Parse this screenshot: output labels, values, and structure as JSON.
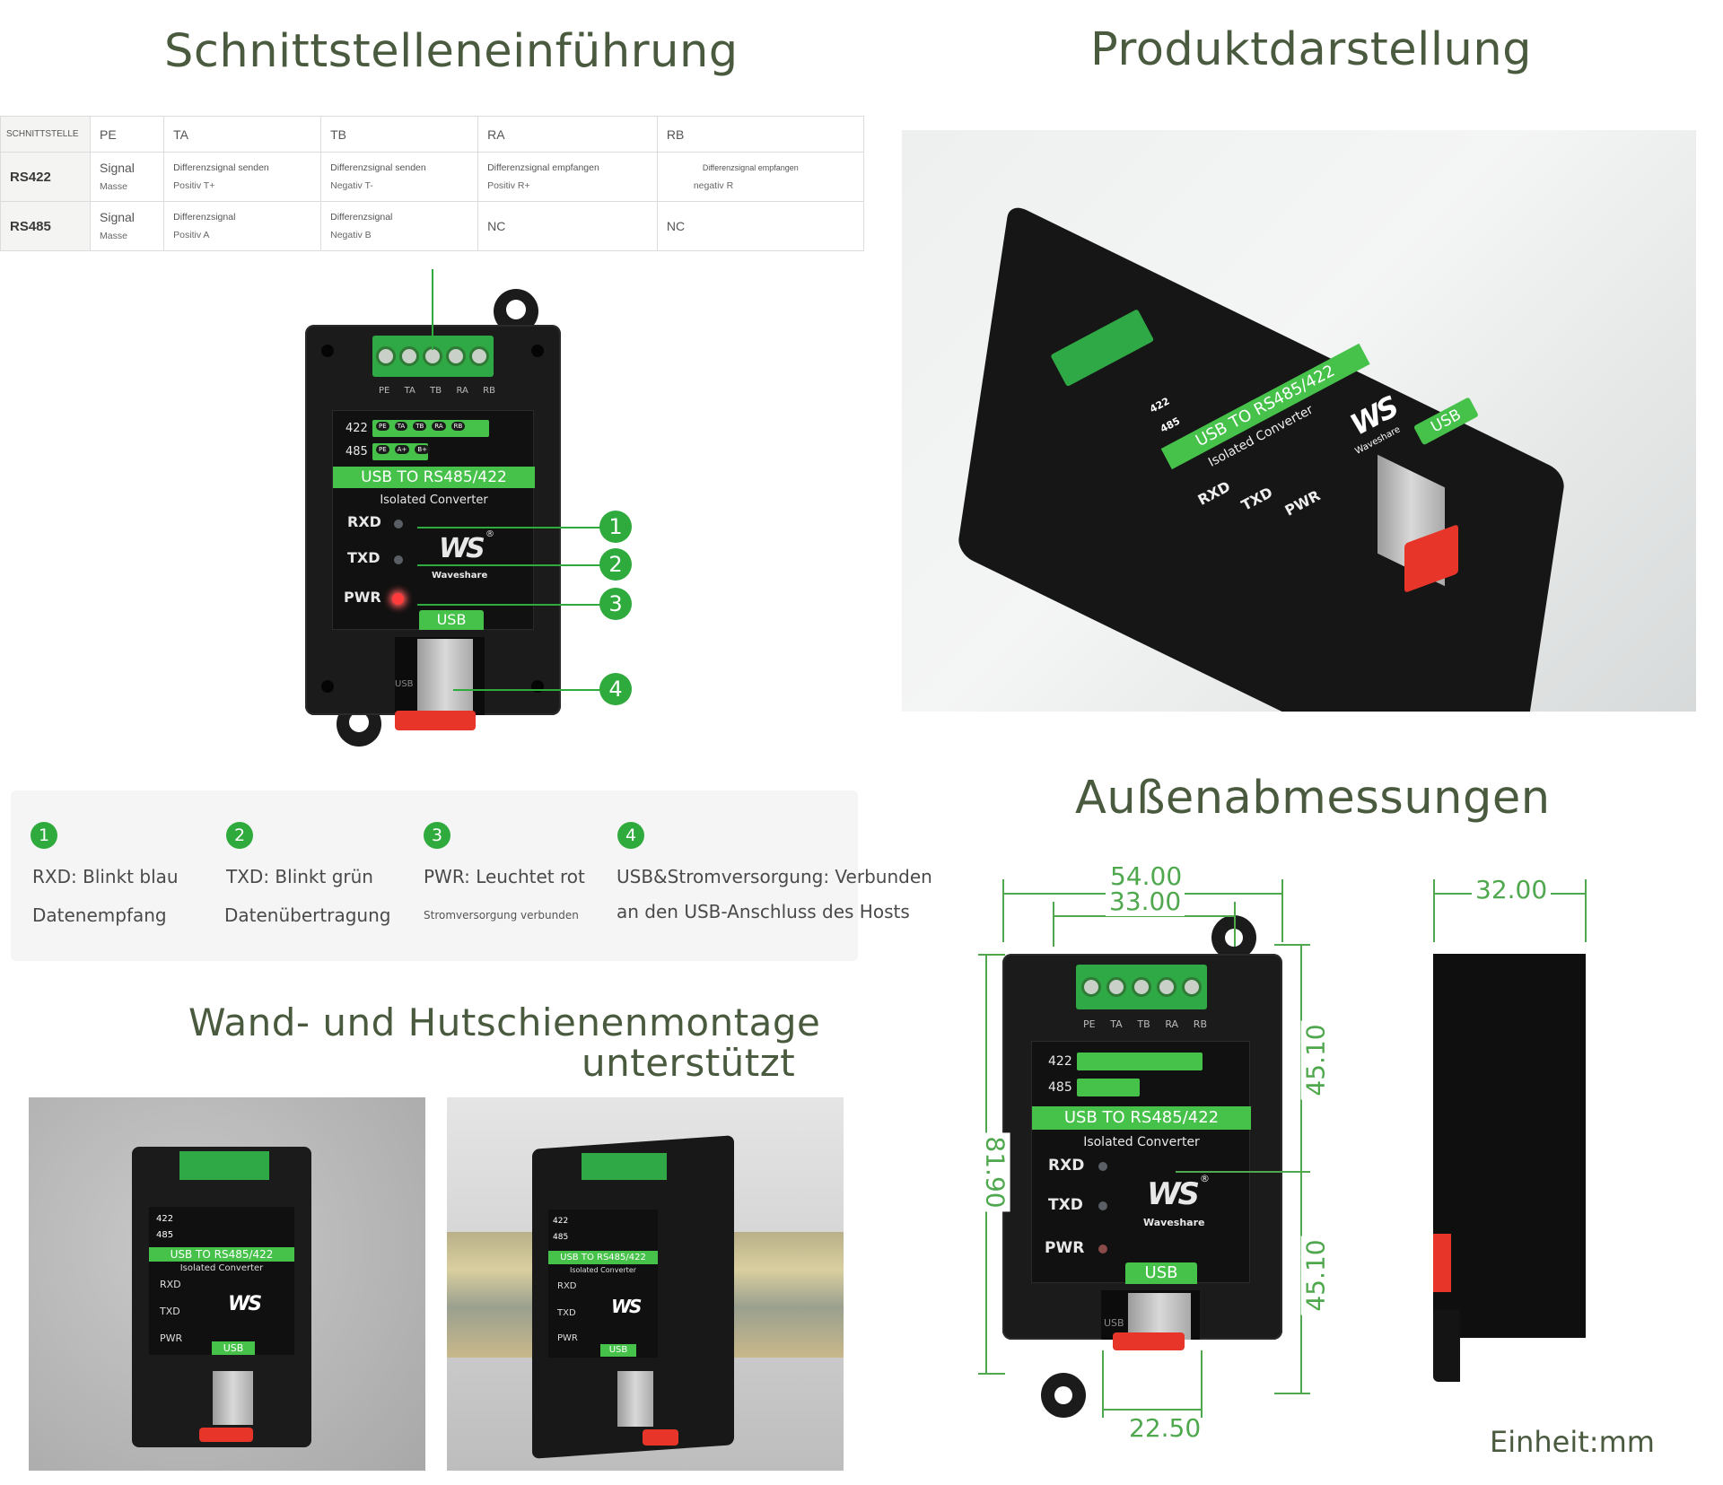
{
  "headings": {
    "interface": "Schnittstelleneinführung",
    "product": "Produktdarstellung",
    "mounting_line1": "Wand- und Hutschienenmontage",
    "mounting_line2": "unterstützt",
    "dimensions": "Außenabmessungen"
  },
  "table": {
    "corner": "SCHNITTSTELLE",
    "columns": [
      "PE",
      "TA",
      "TB",
      "RA",
      "RB"
    ],
    "rows": [
      {
        "name": "RS422",
        "pe_signal": "Signal",
        "pe_sub": "Masse",
        "ta_top": "Differenzsignal senden",
        "ta_sub": "Positiv T+",
        "tb_top": "Differenzsignal senden",
        "tb_sub": "Negativ T-",
        "ra_top": "Differenzsignal empfangen",
        "ra_sub": "Positiv R+",
        "rb_top": "Differenzsignal empfangen",
        "rb_sub": "negativ R"
      },
      {
        "name": "RS485",
        "pe_signal": "Signal",
        "pe_sub": "Masse",
        "ta_top": "Differenzsignal",
        "ta_sub": "Positiv A",
        "tb_top": "Differenzsignal",
        "tb_sub": "Negativ B",
        "ra": "NC",
        "rb": "NC"
      }
    ]
  },
  "device": {
    "terminal_labels": [
      "PE",
      "TA",
      "TB",
      "RA",
      "RB"
    ],
    "row422": "422",
    "row485": "485",
    "pins422": [
      "PE",
      "TA",
      "TB",
      "RA",
      "RB"
    ],
    "pins485": [
      "PE",
      "A+",
      "B+"
    ],
    "title": "USB TO RS485/422",
    "subtitle": "Isolated Converter",
    "rxd": "RXD",
    "txd": "TXD",
    "pwr": "PWR",
    "usb": "USB",
    "brand": "Waveshare",
    "logo": "WS",
    "reg": "®",
    "usb_port": "USB"
  },
  "callouts": [
    "1",
    "2",
    "3",
    "4"
  ],
  "legend": [
    {
      "num": "1",
      "line1": "RXD: Blinkt blau",
      "line2": "Datenempfang"
    },
    {
      "num": "2",
      "line1": "TXD: Blinkt grün",
      "line2": "Datenübertragung"
    },
    {
      "num": "3",
      "line1": "PWR: Leuchtet rot",
      "line2": "Stromversorgung verbunden"
    },
    {
      "num": "4",
      "line1": "USB&Stromversorgung: Verbunden",
      "line2": "an den USB-Anschluss des Hosts"
    }
  ],
  "dimensions": {
    "width_total": "54.00",
    "width_inner": "33.00",
    "height_total": "81.90",
    "height_upper": "45.10",
    "height_lower": "45.10",
    "usb_offset": "22.50",
    "depth": "32.00",
    "unit": "Einheit:mm"
  },
  "colors": {
    "accent_green": "#46c24a",
    "callout_green": "#2faa3c",
    "dimension_green": "#4fa84e",
    "heading": "#4a5a3e",
    "device_body": "#1b1b1b",
    "pwr_led": "#ff3b3b",
    "din_clip": "#e8352a"
  }
}
